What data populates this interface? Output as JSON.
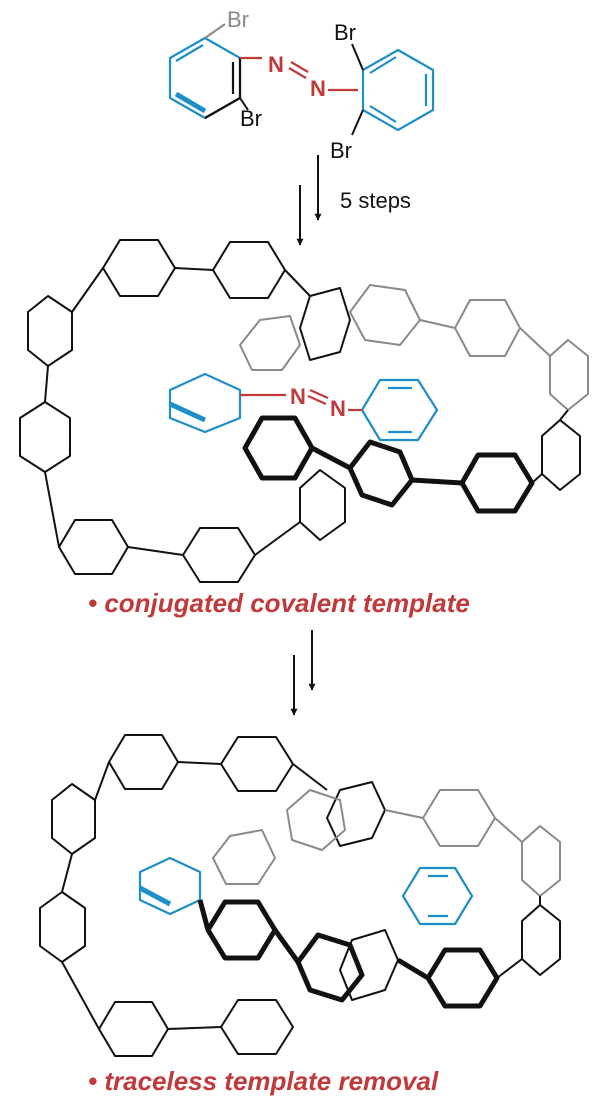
{
  "colors": {
    "black": "#111111",
    "grey": "#8a8a8a",
    "blue": "#1e8ec8",
    "red": "#c0393b"
  },
  "starting_material": {
    "atoms": {
      "br_top_left": "Br",
      "br_bottom_left": "Br",
      "br_top_right": "Br",
      "br_bottom_right": "Br",
      "n1": "N",
      "n2": "N"
    }
  },
  "arrow1": {
    "label": "5 steps"
  },
  "template_structure": {
    "atoms": {
      "n1": "N",
      "n2": "N"
    }
  },
  "bullet1": "• conjugated covalent template",
  "bullet2": "• traceless template removal"
}
